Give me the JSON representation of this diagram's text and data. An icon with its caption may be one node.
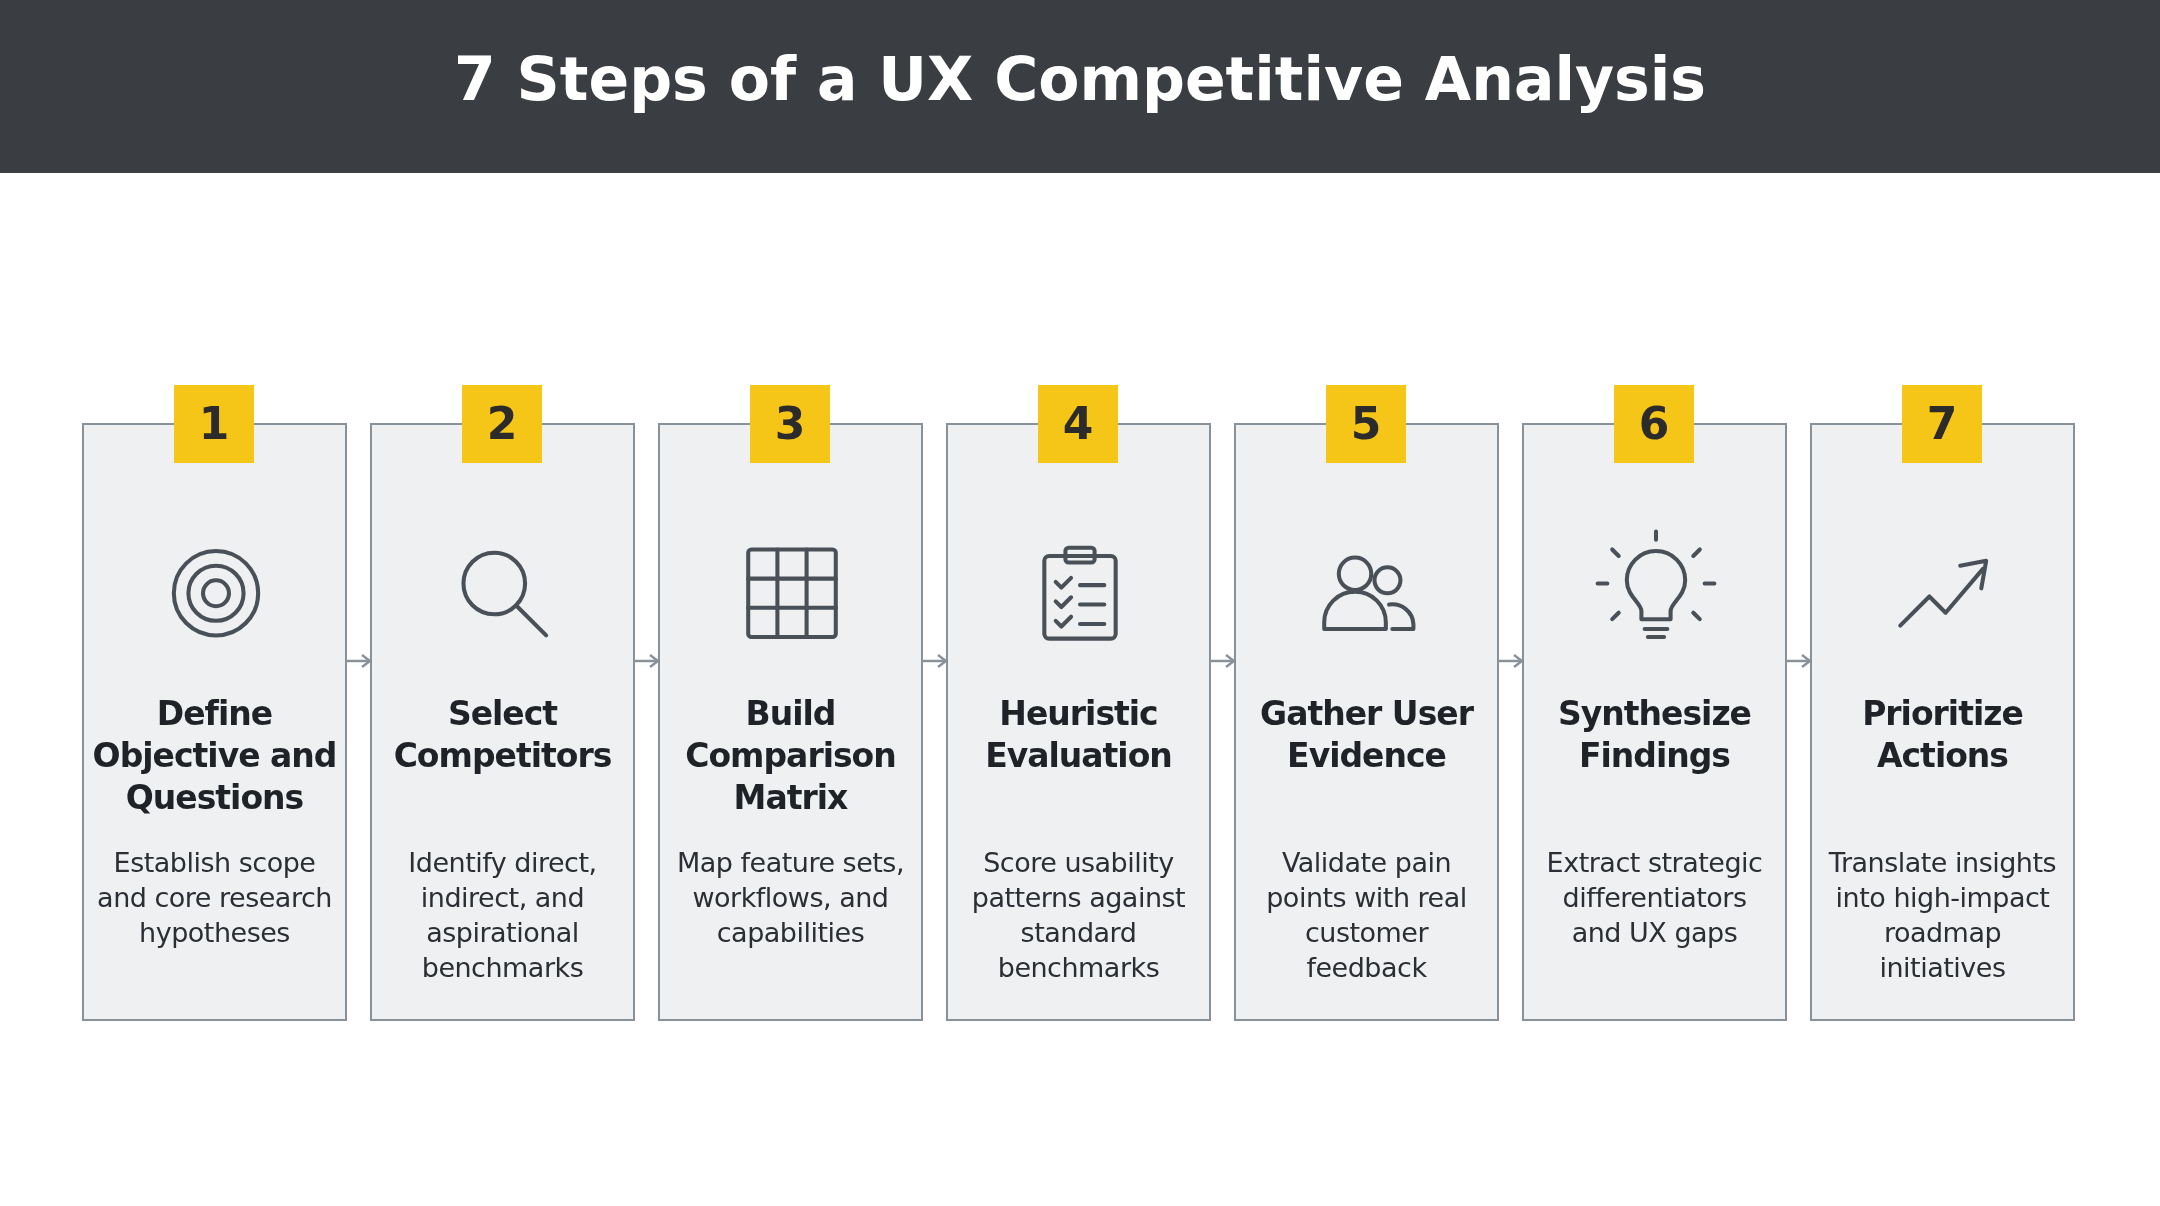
{
  "diagram": {
    "title": "7 Steps of a UX Competitive Analysis",
    "nodes": [
      {
        "text": [
          "1",
          "Define Objective and Questions",
          "Establish scope and core research hypotheses"
        ]
      },
      {
        "text": [
          "2",
          "Select Competitors",
          "Identify direct, indirect, and aspirational benchmarks"
        ]
      },
      {
        "text": [
          "3",
          "Build Comparison Matrix",
          "Map feature sets, workflows, and capabilities"
        ]
      },
      {
        "text": [
          "4",
          "Heuristic Evaluation",
          "Score usability patterns against standard benchmarks"
        ]
      },
      {
        "text": [
          "5",
          "Gather User Evidence",
          "Validate pain points with real customer feedback"
        ]
      },
      {
        "text": [
          "6",
          "Synthesize Findings",
          "Extract strategic differentiators and UX gaps"
        ]
      },
      {
        "text": [
          "7",
          "Prioritize Actions",
          "Translate insights into high-impact roadmap initiatives"
        ]
      }
    ],
    "edges": [
      {
        "from": 0,
        "to": 1,
        "arrow": "to"
      },
      {
        "from": 1,
        "to": 2,
        "arrow": "to"
      },
      {
        "from": 2,
        "to": 3,
        "arrow": "to"
      },
      {
        "from": 3,
        "to": 4,
        "arrow": "to"
      },
      {
        "from": 4,
        "to": 5,
        "arrow": "to"
      },
      {
        "from": 5,
        "to": 6,
        "arrow": "to"
      }
    ]
  }
}
